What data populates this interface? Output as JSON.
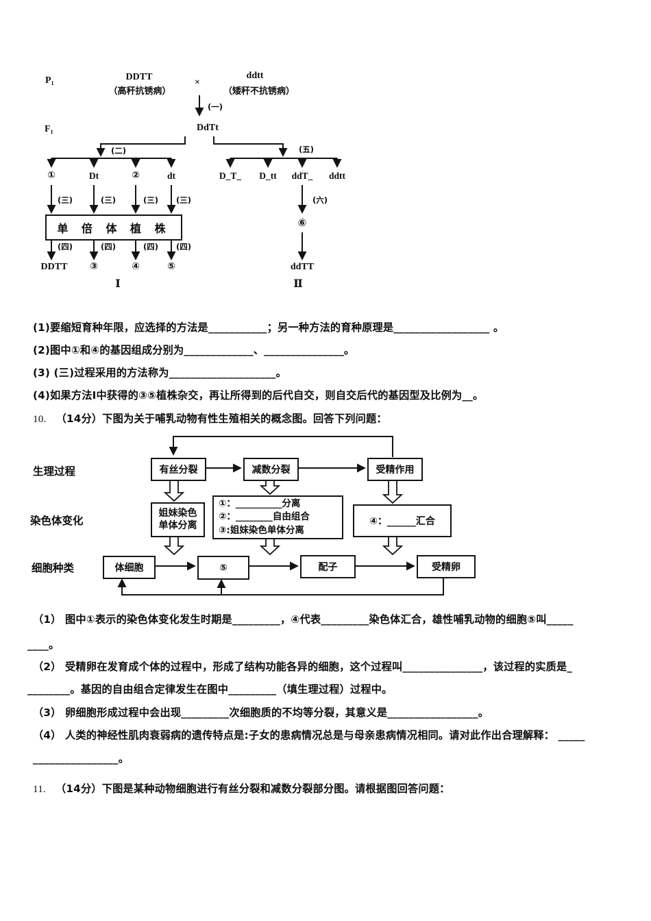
{
  "diagram1": {
    "p1_label": "P₁",
    "f1_label": "F₁",
    "parent1_genotype": "DDTT",
    "parent1_phenotype": "（高秆抗锈病）",
    "cross_symbol": "×",
    "parent2_genotype": "ddtt",
    "parent2_phenotype": "（矮秆不抗锈病）",
    "f1_genotype": "DdTt",
    "step1": "(一)",
    "step2": "(二)",
    "step3": "(三)",
    "step4": "(四)",
    "step5": "(五)",
    "step6": "(六)",
    "gametes": [
      "①",
      "Dt",
      "②",
      "dt"
    ],
    "haploid_box": "单 倍 体 植 株",
    "left_results": [
      "DDTT",
      "③",
      "④",
      "⑤"
    ],
    "branch_I": "Ⅰ",
    "f2_classes": [
      "D_T_",
      "D_tt",
      "ddT_",
      "ddtt"
    ],
    "circle6": "⑥",
    "right_result": "ddTT",
    "branch_II": "Ⅱ"
  },
  "question9": {
    "part1": "(1)要缩短育种年限，应选择的方法是___________；另一种方法的育种原理是__________________ 。",
    "part2": "(2)图中①和④的基因组成分别为_____________、_______________。",
    "part3": "(3) (三)过程采用的方法称为____________________。",
    "part4": "(4)如果方法Ⅰ中获得的③⑤植株杂交，再让所得到的后代自交，则自交后代的基因型及比例为__。"
  },
  "question10": {
    "number": "10.",
    "header": "（14分）下图为关于哺乳动物有性生殖相关的概念图。回答下列问题：",
    "part1_line1": "（1） 图中①表示的染色体变化发生时期是_________，④代表_________染色体汇合，雄性哺乳动物的细胞⑤叫_____",
    "part1_line2": "____。",
    "part2_line1": "（2） 受精卵在发育成个体的过程中，形成了结构功能各异的细胞，这个过程叫_______________，该过程的实质是_",
    "part2_line2": "________。基因的自由组合定律发生在图中_________（填生理过程）过程中。",
    "part3": "（3） 卵细胞形成过程中会出现_________次细胞质的不均等分裂，其意义是_________________。",
    "part4_line1": "（4） 人类的神经性肌肉衰弱病的遗传特点是:子女的患病情况总是与母亲患病情况相同。请对此作出合理解释： _____",
    "part4_line2": "________________。"
  },
  "question11": {
    "number": "11.",
    "header": "（14分）下图是某种动物细胞进行有丝分裂和减数分裂部分图。请根据图回答问题："
  },
  "diagram2": {
    "row_labels": {
      "physiology": "生理过程",
      "chromosome": "染色体变化",
      "cell": "细胞种类"
    },
    "process_boxes": [
      "有丝分裂",
      "减数分裂",
      "受精作用"
    ],
    "sister_box_line1": "姐妹染色",
    "sister_box_line2": "单体分离",
    "middle_box_lines": [
      "①：__________分离",
      "②：________自由组合",
      "③:姐妹染色单体分离"
    ],
    "merge_box": "④：______汇合",
    "cell_boxes": [
      "体细胞",
      "⑤",
      "配子",
      "受精卵"
    ]
  },
  "colors": {
    "ink": "#141414",
    "paper": "#ffffff"
  }
}
